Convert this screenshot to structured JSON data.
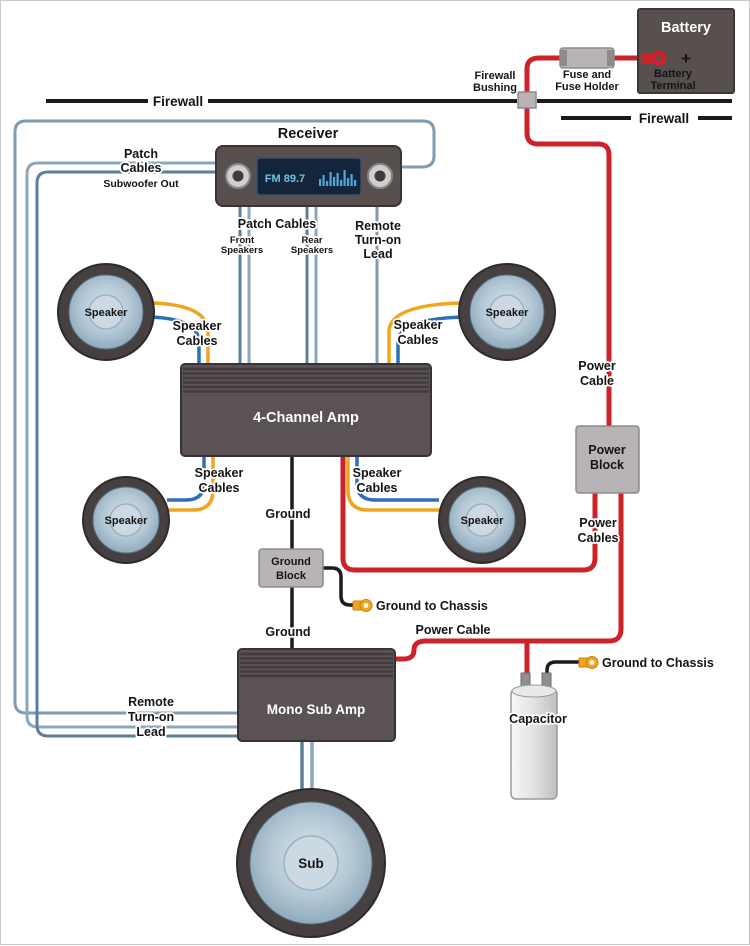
{
  "diagram": {
    "battery": {
      "title": "Battery",
      "terminal_l1": "Battery",
      "terminal_l2": "Terminal",
      "plus": "+"
    },
    "fuse": {
      "l1": "Fuse and",
      "l2": "Fuse Holder"
    },
    "firewall": {
      "label": "Firewall",
      "bushing_l1": "Firewall",
      "bushing_l2": "Bushing"
    },
    "receiver": {
      "title": "Receiver",
      "display": "FM 89.7"
    },
    "patch_left": {
      "l1": "Patch",
      "l2": "Cables",
      "l3": "Subwoofer Out"
    },
    "patch_center": {
      "title": "Patch Cables",
      "front_l1": "Front",
      "front_l2": "Speakers",
      "rear_l1": "Rear",
      "rear_l2": "Speakers"
    },
    "remote": {
      "l1": "Remote",
      "l2": "Turn-on",
      "l3": "Lead"
    },
    "speaker": {
      "label": "Speaker",
      "cables_l1": "Speaker",
      "cables_l2": "Cables"
    },
    "amp4": {
      "title": "4-Channel Amp"
    },
    "power": {
      "cable_l1": "Power",
      "cable_l2": "Cable",
      "block_l1": "Power",
      "block_l2": "Block",
      "cables_l1": "Power",
      "cables_l2": "Cables",
      "cable_mid": "Power Cable"
    },
    "ground": {
      "label": "Ground",
      "block_l1": "Ground",
      "block_l2": "Block",
      "chassis": "Ground to Chassis"
    },
    "subamp": {
      "title": "Mono Sub Amp"
    },
    "capacitor": {
      "title": "Capacitor"
    },
    "sub": {
      "label": "Sub"
    }
  },
  "colors": {
    "power_wire": "#cc2229",
    "ground_wire": "#1c1a1b",
    "firewall_line": "#1c1a1b",
    "patch_wire_light": "#8ba7b9",
    "patch_wire_dark": "#5b7f96",
    "remote_wire": "#7f9cb2",
    "speaker_wire_yellow": "#f0a51f",
    "speaker_wire_blue": "#2d71b4",
    "terminal_yellow": "#f0a51f",
    "box_dark": "#57504f",
    "amp_dark": "#5a5254",
    "box_gray": "#b8b4b5",
    "display_text": "#6cc4e4"
  }
}
